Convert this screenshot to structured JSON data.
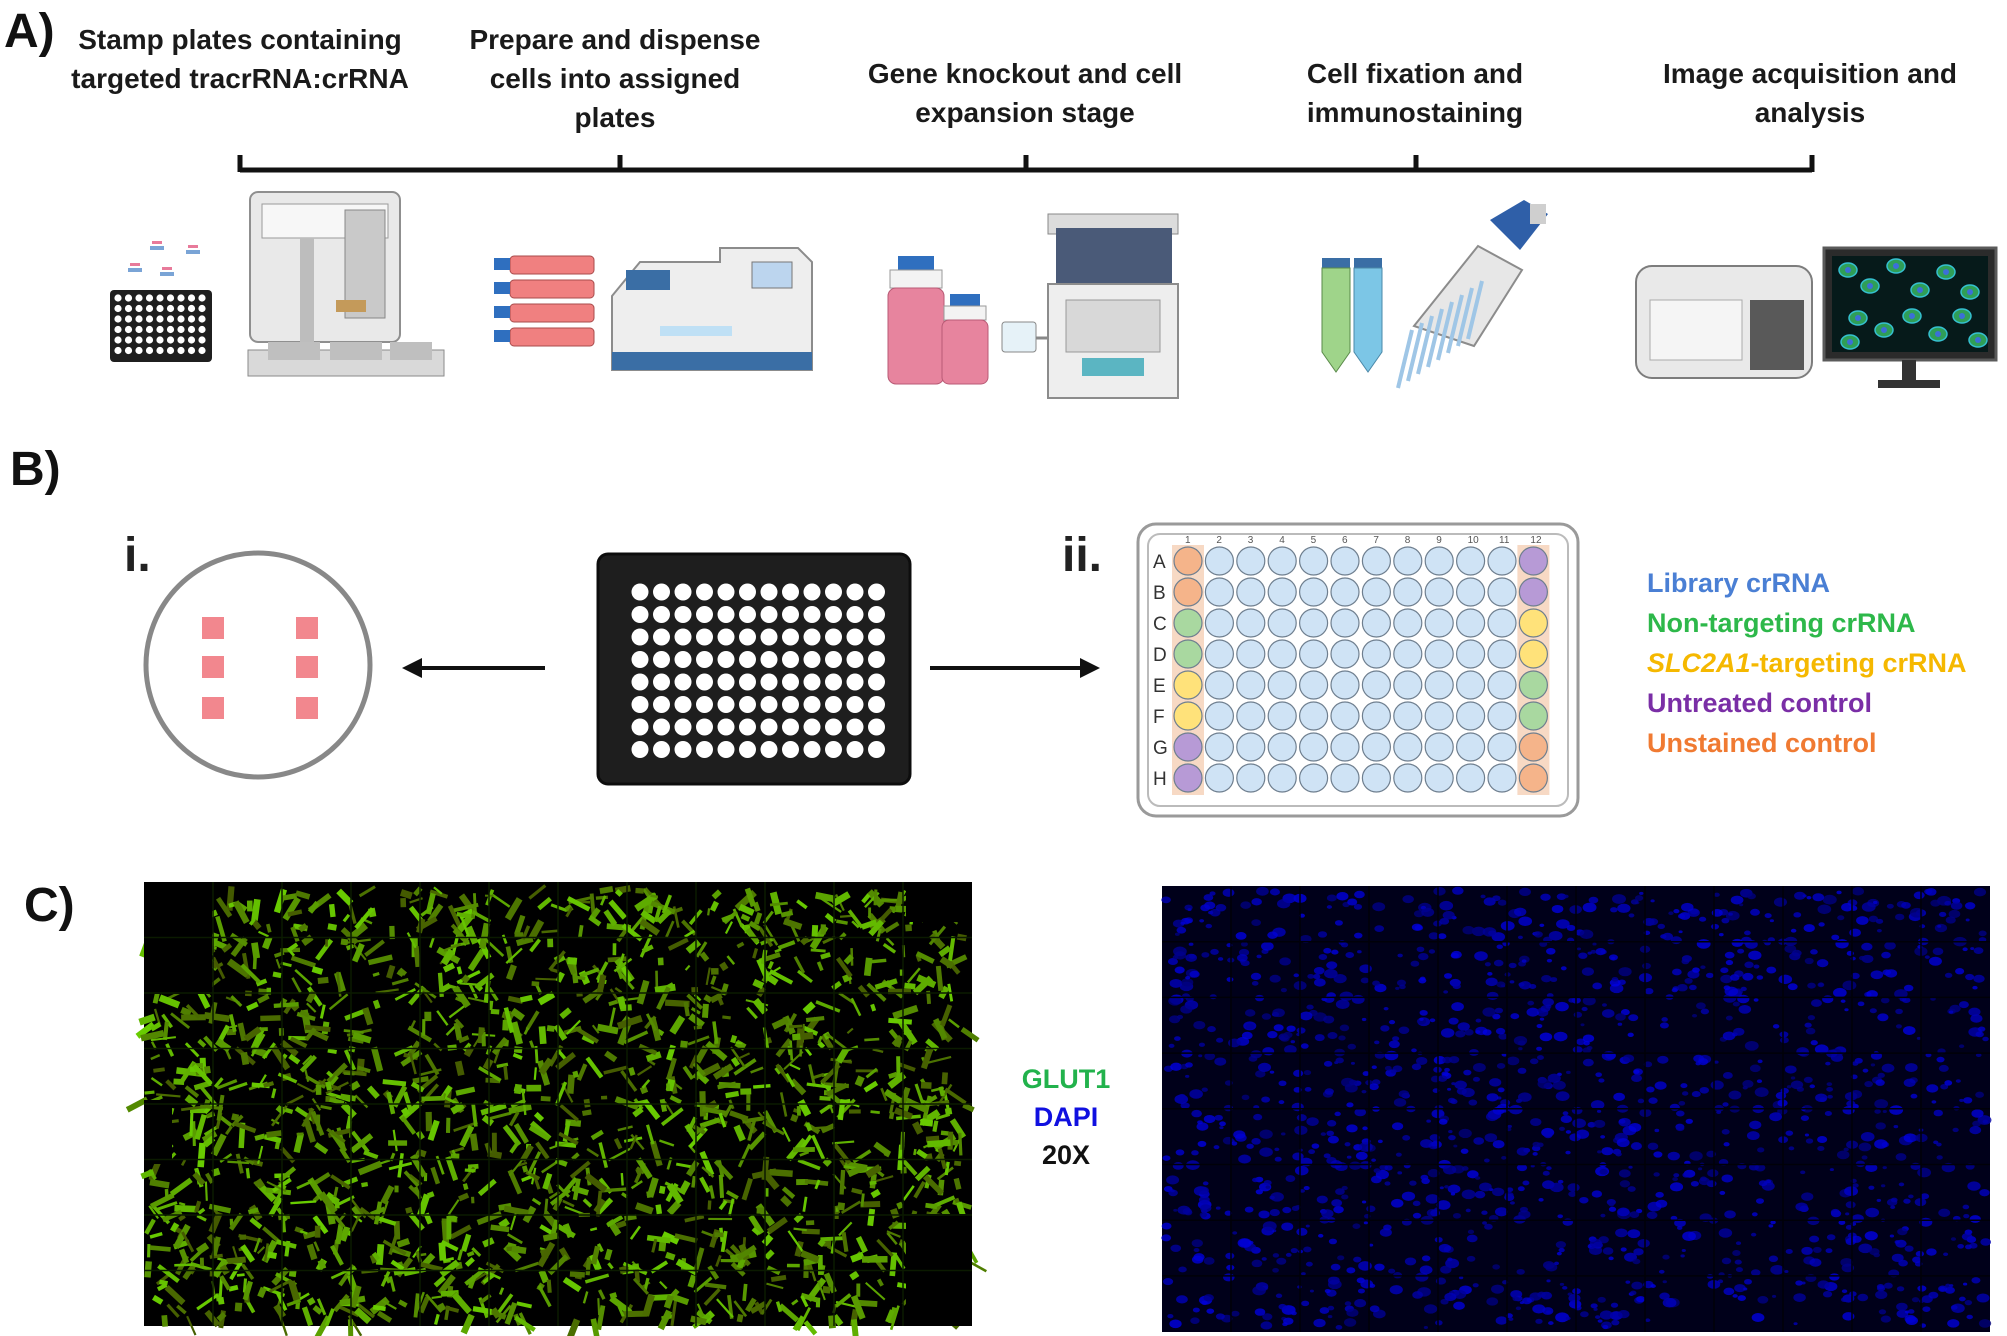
{
  "panels": {
    "a": "A)",
    "b": "B)",
    "c": "C)"
  },
  "workflow": {
    "steps": [
      {
        "line1": "Stamp plates containing",
        "line2": "targeted tracrRNA:crRNA",
        "line3": ""
      },
      {
        "line1": "Prepare and dispense",
        "line2": "cells into assigned",
        "line3": "plates"
      },
      {
        "line1": "Gene knockout and cell",
        "line2": "expansion stage",
        "line3": ""
      },
      {
        "line1": "Cell fixation and",
        "line2": "immunostaining",
        "line3": ""
      },
      {
        "line1": "Image acquisition and",
        "line2": "analysis",
        "line3": ""
      }
    ]
  },
  "layout_b": {
    "label_i": "i.",
    "label_ii": "ii.",
    "plate_map": {
      "columns": [
        "1",
        "2",
        "3",
        "4",
        "5",
        "6",
        "7",
        "8",
        "9",
        "10",
        "11",
        "12"
      ],
      "rows": [
        "A",
        "B",
        "C",
        "D",
        "E",
        "F",
        "G",
        "H"
      ],
      "col1": [
        "orange",
        "orange",
        "green",
        "green",
        "yellow",
        "yellow",
        "purple",
        "purple"
      ],
      "col12": [
        "purple",
        "purple",
        "yellow",
        "yellow",
        "green",
        "green",
        "orange",
        "orange"
      ]
    },
    "legend": [
      {
        "text": "Library crRNA",
        "suffix": "",
        "color": "#4a7fd4"
      },
      {
        "text": "Non-targeting crRNA",
        "suffix": "",
        "color": "#2db84a"
      },
      {
        "text": "SLC2A1",
        "suffix": "-targeting crRNA",
        "color": "#f5b800"
      },
      {
        "text": "Untreated control",
        "suffix": "",
        "color": "#7a2ea6"
      },
      {
        "text": "Unstained control",
        "suffix": "",
        "color": "#f07a32"
      }
    ]
  },
  "imaging": {
    "stain1": "GLUT1",
    "stain2": "DAPI",
    "magnification": "20X",
    "stain1_color": "#22b24c",
    "stain2_color": "#1010e0"
  },
  "colors": {
    "library": "#cfe3f5",
    "orange": "#f5b48a",
    "green": "#a9d8a0",
    "yellow": "#ffe27a",
    "purple": "#b79ad6"
  }
}
